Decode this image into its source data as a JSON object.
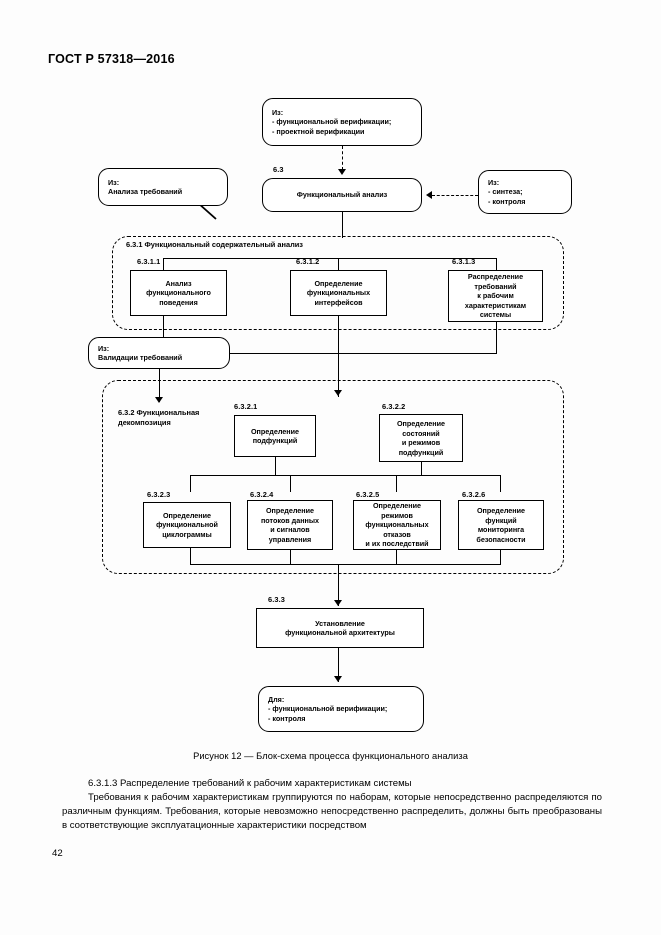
{
  "document": {
    "standard_header": "ГОСТ Р 57318—2016",
    "page_number": "42"
  },
  "figure": {
    "caption": "Рисунок 12 — Блок-схема процесса функционального анализа",
    "nodes": {
      "input_top": {
        "line1": "Из:",
        "line2": "- функциональной верификации;",
        "line3": "- проектной верификации"
      },
      "input_left": {
        "line1": "Из:",
        "line2": "Анализа требований"
      },
      "input_right": {
        "line1": "Из:",
        "line2": "- синтеза;",
        "line3": "- контроля"
      },
      "main_process": {
        "tag": "6.3",
        "title": "Функциональный анализ"
      },
      "group_631": {
        "label": "6.3.1 Функциональный содержательный анализ"
      },
      "n6311": {
        "tag": "6.3.1.1",
        "line1": "Анализ",
        "line2": "функционального",
        "line3": "поведения"
      },
      "n6312": {
        "tag": "6.3.1.2",
        "line1": "Определение",
        "line2": "функциональных",
        "line3": "интерфейсов"
      },
      "n6313": {
        "tag": "6.3.1.3",
        "line1": "Распределение",
        "line2": "требований",
        "line3": "к рабочим",
        "line4": "характеристикам",
        "line5": "системы"
      },
      "input_validation": {
        "line1": "Из:",
        "line2": "Валидации требований"
      },
      "group_632": {
        "label": "6.3.2  Функциональная\nдекомпозиция"
      },
      "n6321": {
        "tag": "6.3.2.1",
        "line1": "Определение",
        "line2": "подфункций"
      },
      "n6322": {
        "tag": "6.3.2.2",
        "line1": "Определение",
        "line2": "состояний",
        "line3": "и режимов",
        "line4": "подфункций"
      },
      "n6323": {
        "tag": "6.3.2.3",
        "line1": "Определение",
        "line2": "функциональной",
        "line3": "циклограммы"
      },
      "n6324": {
        "tag": "6.3.2.4",
        "line1": "Определение",
        "line2": "потоков данных",
        "line3": "и сигналов",
        "line4": "управления"
      },
      "n6325": {
        "tag": "6.3.2.5",
        "line1": "Определение",
        "line2": "режимов",
        "line3": "функциональных",
        "line4": "отказов",
        "line5": "и их последствий"
      },
      "n6326": {
        "tag": "6.3.2.6",
        "line1": "Определение",
        "line2": "функций",
        "line3": "мониторинга",
        "line4": "безопасности"
      },
      "n633": {
        "tag": "6.3.3",
        "line1": "Установление",
        "line2": "функциональной архитектуры"
      },
      "output_bottom": {
        "line1": "Для:",
        "line2": "- функциональной верификации;",
        "line3": "- контроля"
      }
    }
  },
  "body": {
    "heading": "6.3.1.3 Распределение требований к рабочим характеристикам системы",
    "paragraph": "Требования к рабочим характеристикам группируются по наборам, которые непосредственно распределяются по различным функциям. Требования, которые невозможно непосредственно распределить, должны быть преобразованы в соответствующие эксплуатационные характеристики посредством"
  }
}
